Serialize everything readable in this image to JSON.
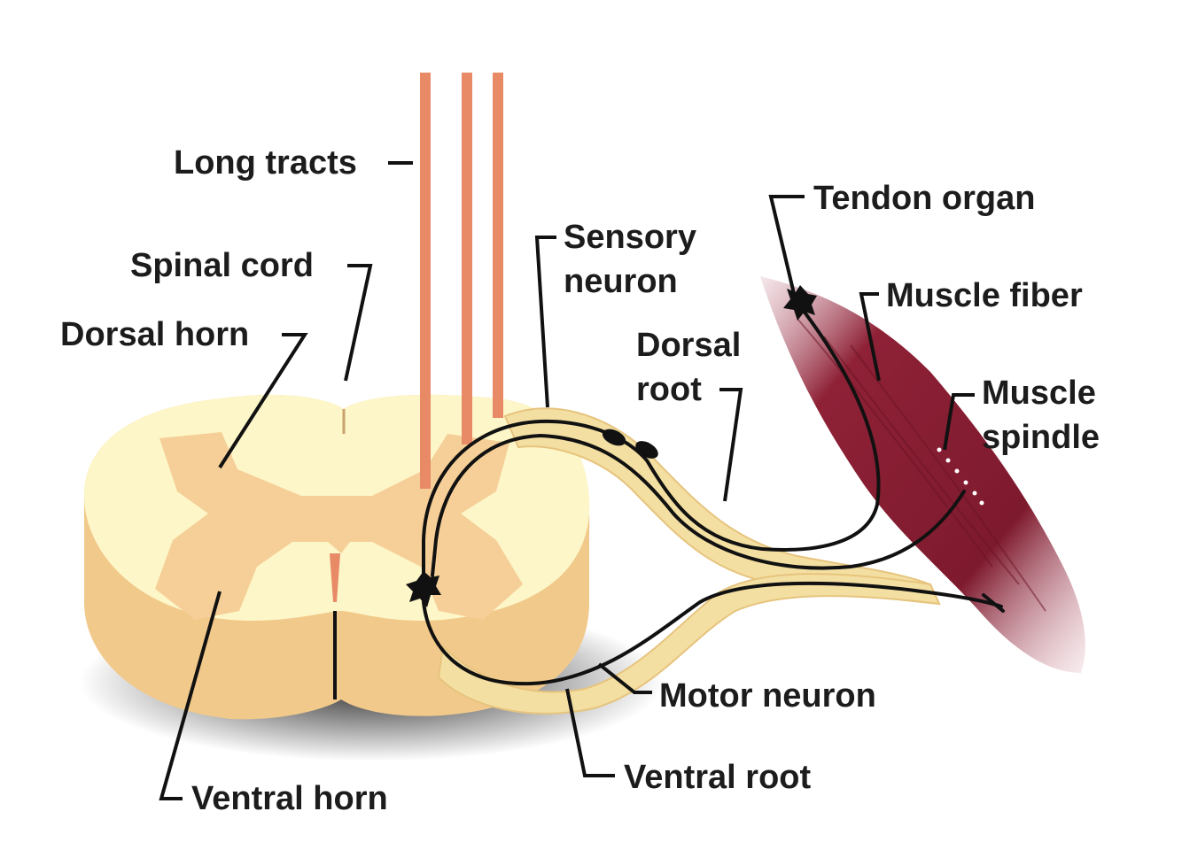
{
  "labels": {
    "long_tracts": "Long tracts",
    "spinal_cord": "Spinal cord",
    "dorsal_horn": "Dorsal horn",
    "sensory_neuron_line1": "Sensory",
    "sensory_neuron_line2": "neuron",
    "dorsal_root_line1": "Dorsal",
    "dorsal_root_line2": "root",
    "tendon_organ": "Tendon organ",
    "muscle_fiber": "Muscle fiber",
    "muscle_spindle_line1": "Muscle",
    "muscle_spindle_line2": "spindle",
    "motor_neuron": "Motor neuron",
    "ventral_root": "Ventral root",
    "ventral_horn": "Ventral horn"
  },
  "colors": {
    "white_matter": "#fdf6c8",
    "cord_side": "#f1c98a",
    "gray_matter": "#f5cf97",
    "tracts": "#e88a66",
    "muscle": "#8e2136",
    "root": "#f4dfa2",
    "ink": "#111111"
  }
}
